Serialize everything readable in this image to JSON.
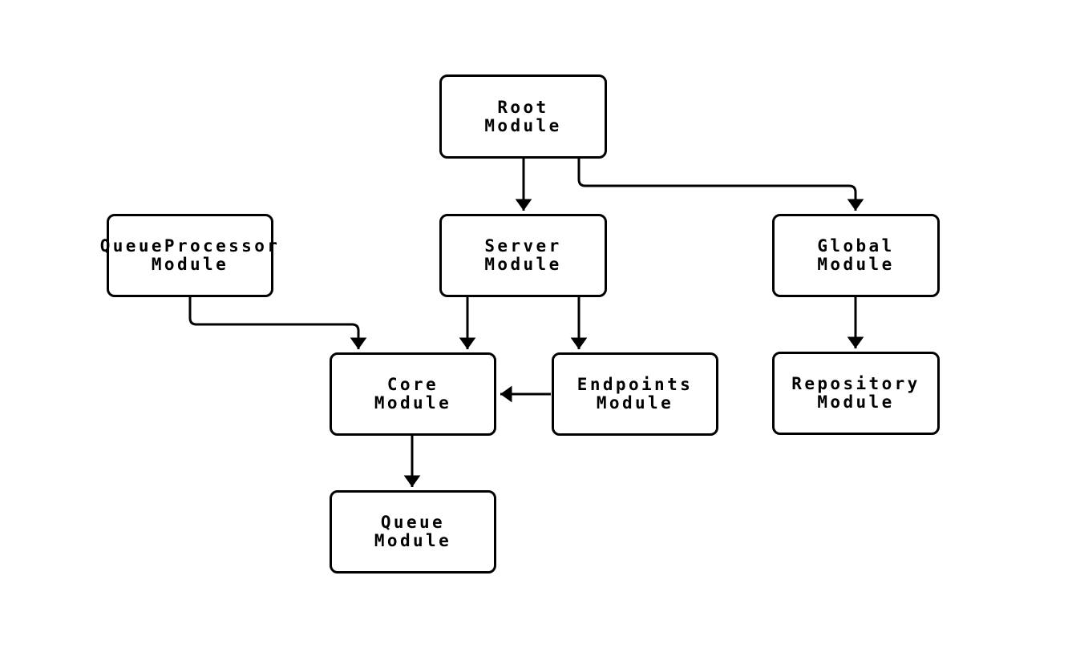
{
  "diagram": {
    "nodes": [
      {
        "id": "root",
        "label": "Root\nModule"
      },
      {
        "id": "queueprocessor",
        "label": "QueueProcessor\nModule"
      },
      {
        "id": "server",
        "label": "Server\nModule"
      },
      {
        "id": "global",
        "label": "Global\nModule"
      },
      {
        "id": "core",
        "label": "Core\nModule"
      },
      {
        "id": "endpoints",
        "label": "Endpoints\nModule"
      },
      {
        "id": "repository",
        "label": "Repository\nModule"
      },
      {
        "id": "queue",
        "label": "Queue\nModule"
      }
    ],
    "edges": [
      {
        "from": "root",
        "to": "server"
      },
      {
        "from": "root",
        "to": "global"
      },
      {
        "from": "queueprocessor",
        "to": "core"
      },
      {
        "from": "server",
        "to": "core"
      },
      {
        "from": "server",
        "to": "endpoints"
      },
      {
        "from": "endpoints",
        "to": "core"
      },
      {
        "from": "global",
        "to": "repository"
      },
      {
        "from": "core",
        "to": "queue"
      }
    ],
    "colors": {
      "background": "#ffffff",
      "node_fill": "#ffffff",
      "node_border": "#000000",
      "edge": "#000000",
      "text": "#000000"
    }
  }
}
